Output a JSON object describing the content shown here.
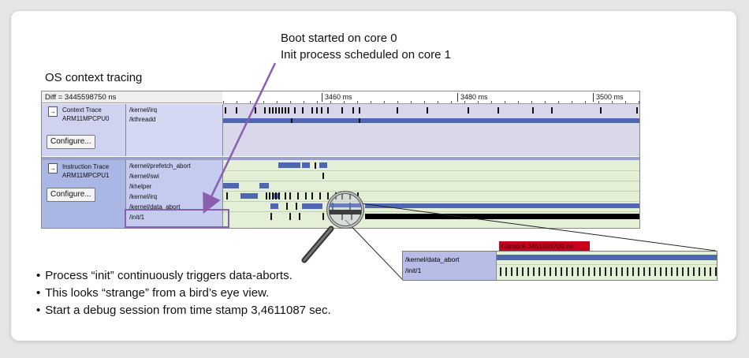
{
  "callout": {
    "line1": "Boot started on core 0",
    "line2": "Init process scheduled on core 1"
  },
  "section_title": "OS context tracing",
  "trace_view": {
    "diff_label": "Diff = 3445598750 ns",
    "ruler_marks": [
      "3460 ms",
      "3480 ms",
      "3500 ms"
    ],
    "context_trace": {
      "pin": "→",
      "name_line1": "Context Trace",
      "name_line2": "ARM11MPCPU0",
      "configure_label": "Configure...",
      "rows": [
        "/kernel/irq",
        "/kthreadd"
      ]
    },
    "instruction_trace": {
      "pin": "→",
      "name_line1": "Instruction Trace",
      "name_line2": "ARM11MPCPU1",
      "configure_label": "Configure...",
      "rows": [
        "/kernel/prefetch_abort",
        "/kernel/swi",
        "/khelper",
        "/kernel/irq",
        "/kernel/data_abort",
        "/init/1"
      ]
    }
  },
  "zoom_view": {
    "cursor_label": "CursorA 3461103700 ns",
    "rows": [
      "/kernel/data_abort",
      "/init/1"
    ]
  },
  "bullets": [
    "Process “init” continuously triggers data-aborts.",
    "This looks “strange” from a bird’s eye view.",
    "Start a debug session from time stamp 3,4611087 sec."
  ],
  "colors": {
    "bar": "#4f67b2",
    "highlight_box": "#8a5fb0",
    "cursor": "#c9001d"
  },
  "icons": [
    "pin-icon",
    "magnifier-icon",
    "arrow-icon"
  ]
}
